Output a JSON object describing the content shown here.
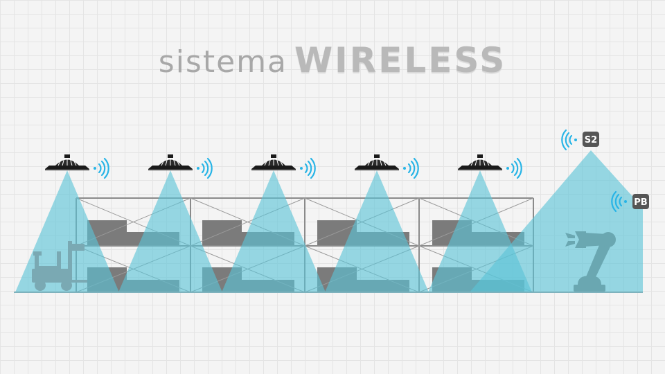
{
  "title": {
    "prefix": "sistema",
    "main": "WIRELESS"
  },
  "sensors": [
    {
      "label": "S2"
    },
    {
      "label": "PB"
    }
  ],
  "colors": {
    "coverage": "#5bc4d6",
    "wifi": "#27b4e6",
    "ground": "#7eb2bd",
    "rack": "#8a8a8a",
    "box": "#7b7b7b",
    "tag_bg": "#555555"
  },
  "icons": {
    "lamp": "high-bay-lamp-icon",
    "wifi": "wifi-signal-icon",
    "forklift": "forklift-icon",
    "robot": "robot-arm-icon"
  }
}
